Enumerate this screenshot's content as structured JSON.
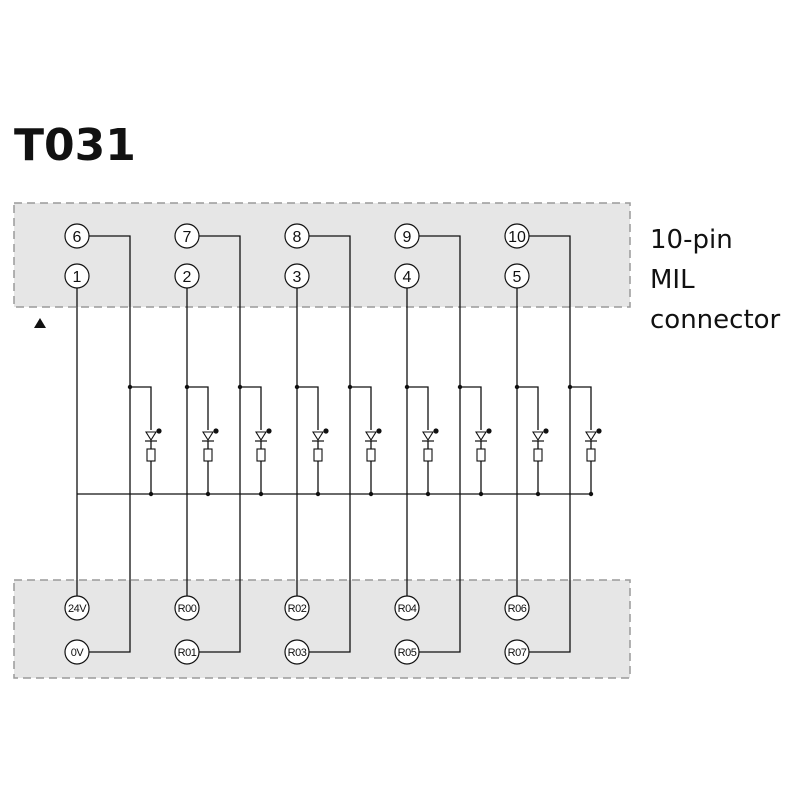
{
  "title": "T031",
  "connector_label": [
    "10-pin",
    "MIL",
    "connector"
  ],
  "connector": {
    "top_row": [
      "6",
      "7",
      "8",
      "9",
      "10"
    ],
    "bottom_row": [
      "1",
      "2",
      "3",
      "4",
      "5"
    ]
  },
  "terminal_block": {
    "top_row": [
      "24V",
      "R00",
      "R02",
      "R04",
      "R06"
    ],
    "bottom_row": [
      "0V",
      "R01",
      "R03",
      "R05",
      "R07"
    ]
  },
  "led_count": 9,
  "colors": {
    "line": "#111111",
    "zone_fill": "#e6e6e6",
    "zone_border": "#9a9a9a"
  }
}
